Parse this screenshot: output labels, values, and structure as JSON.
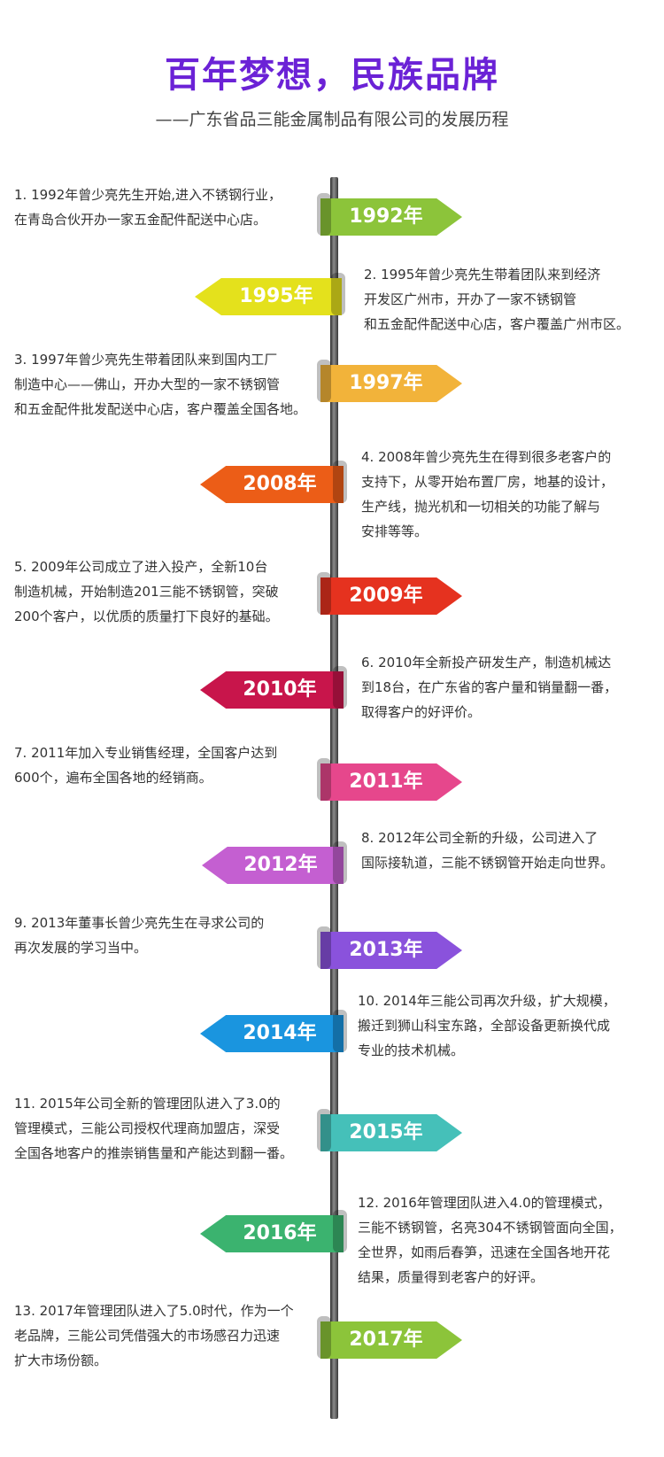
{
  "header": {
    "title": "百年梦想，民族品牌",
    "subtitle": "——广东省品三能金属制品有限公司的发展历程"
  },
  "timeline": [
    {
      "year": "1992年",
      "color": "#8cc43a",
      "side": "right",
      "text": "1. 1992年曾少亮先生开始,进入不锈钢行业，\n在青岛合伙开办一家五金配件配送中心店。"
    },
    {
      "year": "1995年",
      "color": "#e4e11c",
      "side": "left",
      "text": "2. 1995年曾少亮先生带着团队来到经济\n开发区广州市，开办了一家不锈钢管\n和五金配件配送中心店，客户覆盖广州市区。"
    },
    {
      "year": "1997年",
      "color": "#f2b33a",
      "side": "right",
      "text": "3. 1997年曾少亮先生带着团队来到国内工厂\n制造中心——佛山，开办大型的一家不锈钢管\n和五金配件批发配送中心店，客户覆盖全国各地。"
    },
    {
      "year": "2008年",
      "color": "#ec5d17",
      "side": "left",
      "text": "4. 2008年曾少亮先生在得到很多老客户的\n支持下，从零开始布置厂房，地基的设计，\n生产线，抛光机和一切相关的功能了解与\n安排等等。"
    },
    {
      "year": "2009年",
      "color": "#e5321f",
      "side": "right",
      "text": "5. 2009年公司成立了进入投产，全新10台\n制造机械，开始制造201三能不锈钢管，突破\n200个客户，以优质的质量打下良好的基础。"
    },
    {
      "year": "2010年",
      "color": "#c8154b",
      "side": "left",
      "text": "6. 2010年全新投产研发生产，制造机械达\n到18台，在广东省的客户量和销量翻一番，\n取得客户的好评价。"
    },
    {
      "year": "2011年",
      "color": "#e6478c",
      "side": "right",
      "text": "7. 2011年加入专业销售经理，全国客户达到\n600个，遍布全国各地的经销商。"
    },
    {
      "year": "2012年",
      "color": "#c45fd1",
      "side": "left",
      "text": "8. 2012年公司全新的升级，公司进入了\n国际接轨道，三能不锈钢管开始走向世界。"
    },
    {
      "year": "2013年",
      "color": "#8a52dc",
      "side": "right",
      "text": "9. 2013年董事长曾少亮先生在寻求公司的\n再次发展的学习当中。"
    },
    {
      "year": "2014年",
      "color": "#1a95df",
      "side": "left",
      "text": "10. 2014年三能公司再次升级，扩大规模，\n搬迁到狮山科宝东路，全部设备更新换代成\n专业的技术机械。"
    },
    {
      "year": "2015年",
      "color": "#45c0b9",
      "side": "right",
      "text": "11. 2015年公司全新的管理团队进入了3.0的\n管理模式，三能公司授权代理商加盟店，深受\n全国各地客户的推崇销售量和产能达到翻一番。"
    },
    {
      "year": "2016年",
      "color": "#3bb36f",
      "side": "left",
      "text": "12. 2016年管理团队进入4.0的管理模式，\n三能不锈钢管，名亮304不锈钢管面向全国，\n全世界，如雨后春笋，迅速在全国各地开花\n结果，质量得到老客户的好评。"
    },
    {
      "year": "2017年",
      "color": "#8cc43a",
      "side": "right",
      "text": "13. 2017年管理团队进入了5.0时代，作为一个\n老品牌，三能公司凭借强大的市场感召力迅速\n扩大市场份额。"
    }
  ]
}
